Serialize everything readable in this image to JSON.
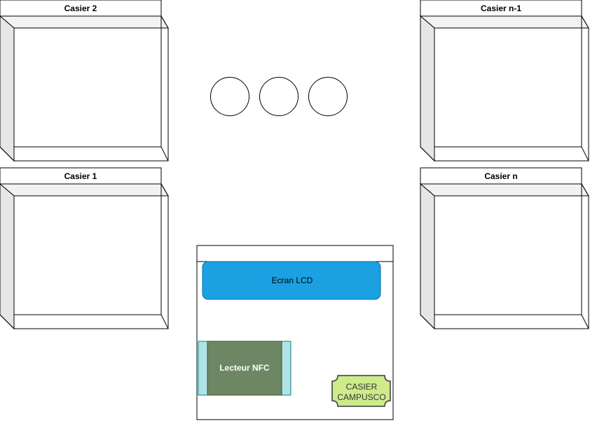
{
  "lockers": [
    {
      "id": "casier-2",
      "label": "Casier 2"
    },
    {
      "id": "casier-1",
      "label": "Casier 1"
    },
    {
      "id": "casier-n-1",
      "label": "Casier n-1"
    },
    {
      "id": "casier-n",
      "label": "Casier n"
    }
  ],
  "terminal": {
    "screen_label": "Ecran LCD",
    "reader_label": "Lecteur NFC",
    "badge_line1": "CASIER",
    "badge_line2": "CAMPUSCO"
  },
  "colors": {
    "screen_fill": "#1ba1e2",
    "screen_stroke": "#006eaf",
    "reader_fill": "#6d8764",
    "reader_stroke": "#3a5431",
    "reader_side_fill": "#b0e3e6",
    "reader_side_stroke": "#0e8088",
    "badge_fill": "#cdeb8b",
    "badge_stroke": "#36393d",
    "cube_side_fill": "#e6e6e6",
    "cube_top_fill": "#f2f2f2"
  }
}
